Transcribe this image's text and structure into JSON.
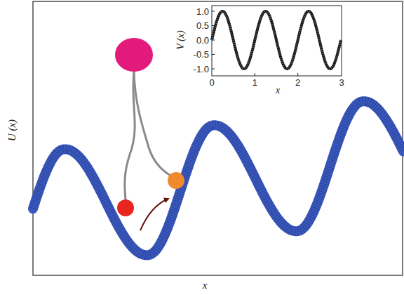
{
  "diagram": {
    "labels": [
      "U (x)",
      "x",
      "V (x)",
      "x",
      "1.0",
      "0.5",
      "0.0",
      "-0.5",
      "-1.0",
      "0",
      "1",
      "2",
      "3"
    ]
  }
}
